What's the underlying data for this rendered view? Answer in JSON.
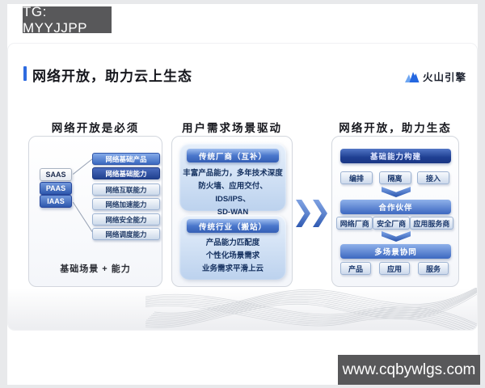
{
  "overlays": {
    "telegram_badge": "TG: MYYJJPP",
    "website_badge": "www.cqbywlgs.com"
  },
  "slide": {
    "title": "网络开放，助力云上生态",
    "brand": "火山引擎",
    "col1": {
      "heading": "网络开放是必须",
      "layers": [
        "SAAS",
        "PAAS",
        "IAAS"
      ],
      "capabilities": [
        "网络基础产品",
        "网络基础能力",
        "网络互联能力",
        "网络加速能力",
        "网络安全能力",
        "网络调度能力"
      ],
      "footer": "基础场景 + 能力"
    },
    "col2": {
      "heading": "用户需求场景驱动",
      "groups": [
        {
          "title": "传统厂商（互补）",
          "lines": [
            "丰富产品能力，多年技术深度",
            "防火墙、应用交付、IDS/IPS、",
            "SD-WAN"
          ]
        },
        {
          "title": "传统行业（搬站）",
          "lines": [
            "产品能力匹配度",
            "个性化场景需求",
            "业务需求平滑上云"
          ]
        }
      ]
    },
    "col3": {
      "heading": "网络开放，助力生态",
      "sections": [
        {
          "title": "基础能力构建",
          "items": [
            "编排",
            "隔离",
            "接入"
          ]
        },
        {
          "title": "合作伙伴",
          "items": [
            "网络厂商",
            "安全厂商",
            "应用服务商"
          ]
        },
        {
          "title": "多场景协同",
          "items": [
            "产品",
            "应用",
            "服务"
          ]
        }
      ]
    }
  },
  "icons": {
    "brand": "volcano-logo-icon",
    "flow": "double-chevron-right-icon",
    "down": "chevron-down-icon"
  },
  "colors": {
    "accent_blue": "#2e6be0",
    "bar_blue": "#3c68c0",
    "bar_dark_blue": "#1f3f92",
    "light_box": "#ccd9ec",
    "badge_bg": "#58585a",
    "panel_border": "#d3d7de"
  }
}
